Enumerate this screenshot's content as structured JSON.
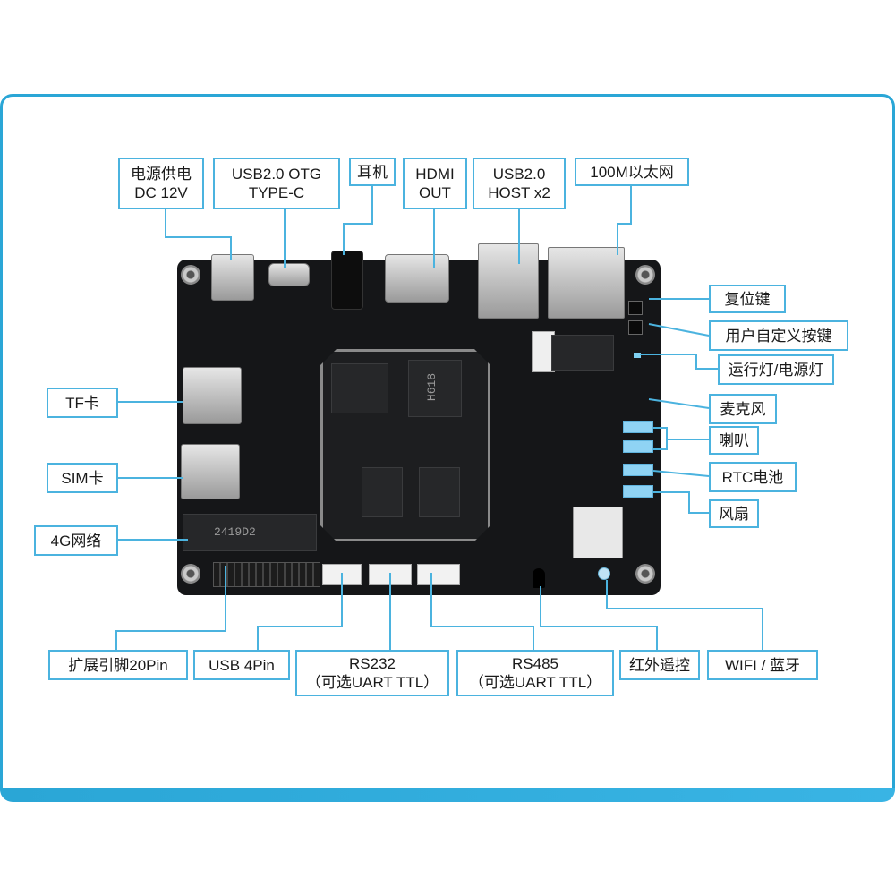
{
  "labels": {
    "power": [
      "电源供电",
      "DC 12V"
    ],
    "usb_otg": [
      "USB2.0 OTG",
      "TYPE-C"
    ],
    "headphone": [
      "耳机"
    ],
    "hdmi": [
      "HDMI",
      "OUT"
    ],
    "usb_host": [
      "USB2.0",
      "HOST x2"
    ],
    "ethernet": [
      "100M以太网"
    ],
    "reset": [
      "复位键"
    ],
    "user_key": [
      "用户自定义按键"
    ],
    "run_led": [
      "运行灯/电源灯"
    ],
    "mic": [
      "麦克风"
    ],
    "speaker": [
      "喇叭"
    ],
    "rtc": [
      "RTC电池"
    ],
    "fan": [
      "风扇"
    ],
    "tf_card": [
      "TF卡"
    ],
    "sim_card": [
      "SIM卡"
    ],
    "net_4g": [
      "4G网络"
    ],
    "ext_pins": [
      "扩展引脚20Pin"
    ],
    "usb_4pin": [
      "USB 4Pin"
    ],
    "rs232": [
      "RS232",
      "（可选UART TTL）"
    ],
    "rs485": [
      "RS485",
      "（可选UART TTL）"
    ],
    "ir_remote": [
      "红外遥控"
    ],
    "wifi_bt": [
      "WIFI / 蓝牙"
    ]
  },
  "board": {
    "soc_marking": "H618",
    "module_marking": "2419D2"
  },
  "colors": {
    "accent": "#4bb3df",
    "frame": "#2aa6d6",
    "board": "#151618"
  }
}
